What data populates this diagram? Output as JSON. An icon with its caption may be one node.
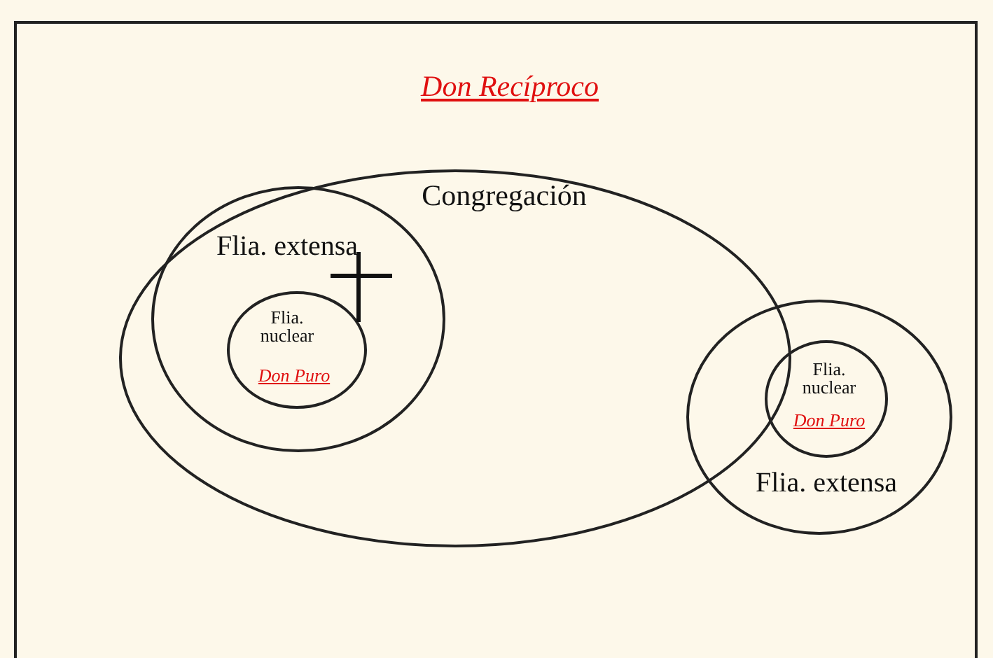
{
  "diagram": {
    "title": "Don Recíproco",
    "nodes": [
      {
        "text": [
          "Congregación"
        ]
      },
      {
        "text": [
          "Flia. extensa"
        ],
        "in": 0
      },
      {
        "text": [
          "Flia. nuclear",
          "Don Puro"
        ],
        "in": 1
      },
      {
        "text": [
          "Flia. extensa"
        ]
      },
      {
        "text": [
          "Flia. nuclear",
          "Don Puro"
        ],
        "in": 3
      }
    ],
    "edges": []
  }
}
